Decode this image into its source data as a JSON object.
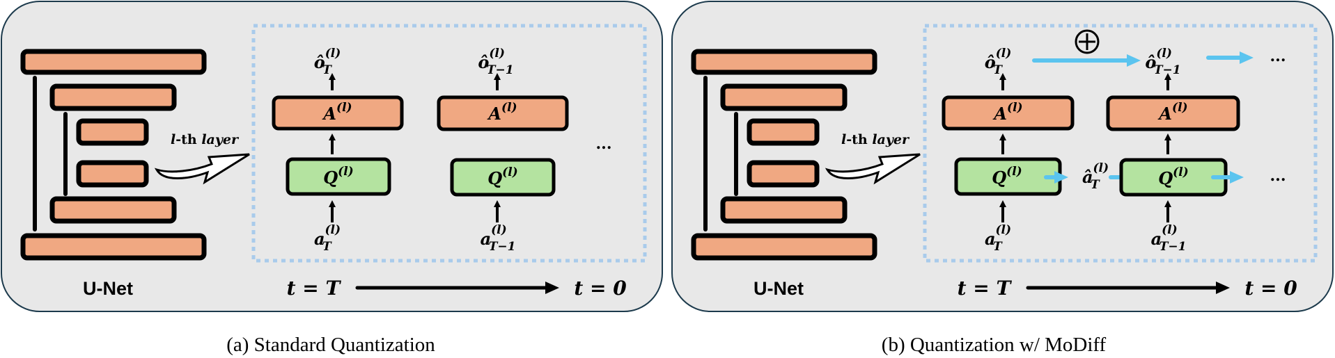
{
  "figure": {
    "panels": [
      {
        "id": "a",
        "unet_label": "U-Net",
        "layer_label": {
          "l": "l",
          "rest": "-th ",
          "layer": "layer"
        },
        "caption": "(a) Standard Quantization",
        "time_start": "t = T",
        "time_end": "t = 0",
        "columns": [
          {
            "output": {
              "base": "ô",
              "sup": "(l)",
              "sub": "T"
            },
            "attention": {
              "base": "A",
              "sup": "(l)"
            },
            "quantizer": {
              "base": "Q",
              "sup": "(l)"
            },
            "input": {
              "base": "a",
              "sup": "(l)",
              "sub": "T"
            }
          },
          {
            "output": {
              "base": "ô",
              "sup": "(l)",
              "sub": "T−1"
            },
            "attention": {
              "base": "A",
              "sup": "(l)"
            },
            "quantizer": {
              "base": "Q",
              "sup": "(l)"
            },
            "input": {
              "base": "a",
              "sup": "(l)",
              "sub": "T−1"
            }
          }
        ],
        "ellipsis": "..."
      },
      {
        "id": "b",
        "unet_label": "U-Net",
        "layer_label": {
          "l": "l",
          "rest": "-th ",
          "layer": "layer"
        },
        "caption": "(b) Quantization w/ MoDiff",
        "time_start": "t = T",
        "time_end": "t = 0",
        "columns": [
          {
            "output": {
              "base": "ô",
              "sup": "(l)",
              "sub": "T"
            },
            "attention": {
              "base": "A",
              "sup": "(l)"
            },
            "quantizer": {
              "base": "Q",
              "sup": "(l)"
            },
            "input": {
              "base": "a",
              "sup": "(l)",
              "sub": "T"
            }
          },
          {
            "output": {
              "base": "ô",
              "sup": "(l)",
              "sub": "T−1"
            },
            "attention": {
              "base": "A",
              "sup": "(l)"
            },
            "quantizer": {
              "base": "Q",
              "sup": "(l)"
            },
            "input": {
              "base": "a",
              "sup": "(l)",
              "sub": "T−1"
            }
          }
        ],
        "quantized_activation": {
          "base": "â",
          "sup": "(l)",
          "sub": "T"
        },
        "plus_symbol": "⊕",
        "ellipsis_top": "...",
        "ellipsis_mid": "..."
      }
    ],
    "colors": {
      "attention_box": "#f0a882",
      "quantizer_box": "#b4e3a0",
      "modiff_arrow": "#5bc4ef",
      "dotted_frame": "#a9cbeb",
      "panel_background": "#e8e8e8"
    }
  }
}
